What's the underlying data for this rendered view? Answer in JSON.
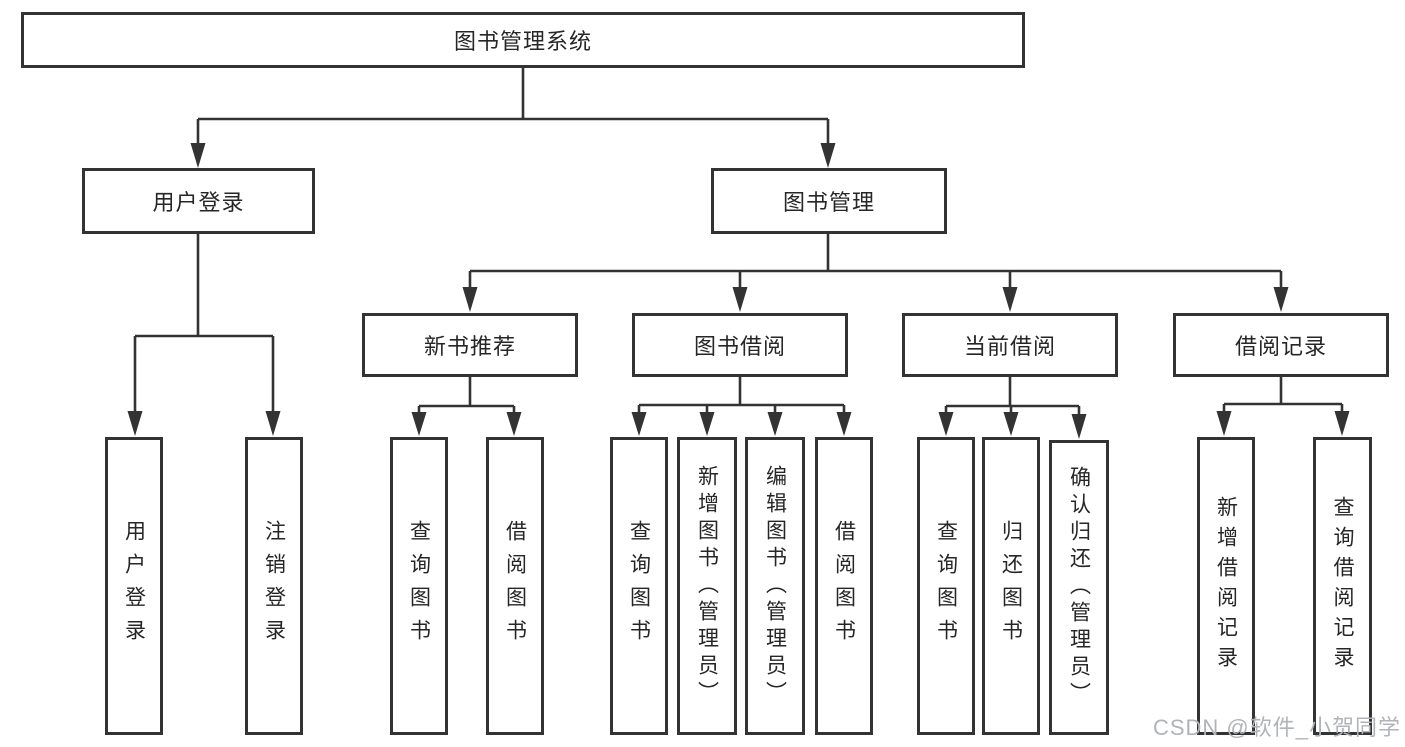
{
  "title": "图书管理系统",
  "watermark": "CSDN @软件_小贺同学",
  "colors": {
    "line": "#333333",
    "box_border": "#333333",
    "text": "#262626",
    "watermark": "#b0b3b8"
  },
  "tree": {
    "root": "图书管理系统",
    "level2": [
      {
        "label": "用户登录",
        "leaves": [
          "用户登录",
          "注销登录"
        ]
      },
      {
        "label": "图书管理",
        "children": [
          {
            "label": "新书推荐",
            "leaves": [
              "查询图书",
              "借阅图书"
            ]
          },
          {
            "label": "图书借阅",
            "leaves": [
              "查询图书",
              "新增图书（管理员）",
              "编辑图书（管理员）",
              "借阅图书"
            ]
          },
          {
            "label": "当前借阅",
            "leaves": [
              "查询图书",
              "归还图书",
              "确认归还（管理员）"
            ]
          },
          {
            "label": "借阅记录",
            "leaves": [
              "新增借阅记录",
              "查询借阅记录"
            ]
          }
        ]
      }
    ]
  }
}
